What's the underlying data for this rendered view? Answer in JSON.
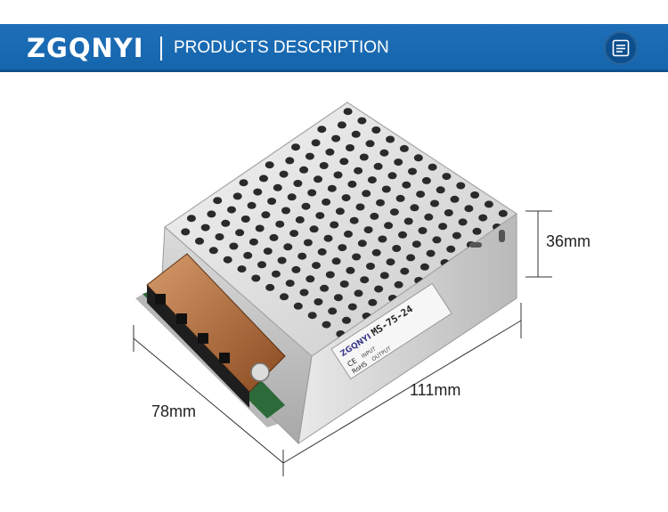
{
  "header": {
    "brand": "ZGQNYI",
    "section_title": "PRODUCTS DESCRIPTION",
    "menu_icon": "list-menu-icon",
    "colors": {
      "banner": "#1a69b1",
      "menu_button": "#0d4f8e"
    }
  },
  "product": {
    "label_brand": "ZGQNYI",
    "model": "MS-75-24",
    "marks": [
      "CE",
      "RoHS"
    ],
    "input_label": "INPUT",
    "output_label": "OUTPUT"
  },
  "dimensions": {
    "height": "36mm",
    "length": "111mm",
    "width": "78mm"
  }
}
